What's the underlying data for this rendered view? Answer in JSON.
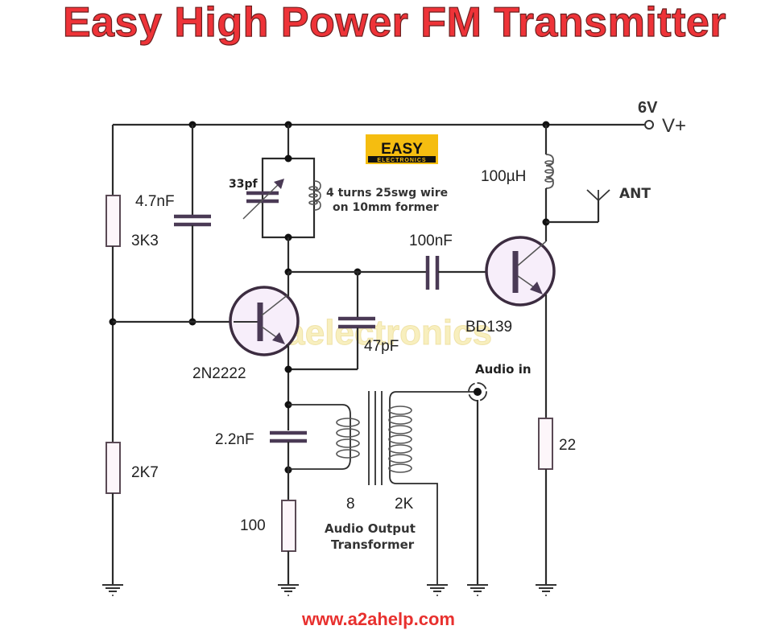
{
  "title": "Easy High Power FM Transmitter",
  "footer_url": "www.a2ahelp.com",
  "colors": {
    "title": "#ee3338",
    "footer": "#e8302e",
    "logo_bg": "#f5bd10",
    "logo_band": "#111111",
    "watermark": "#f3e3a0"
  },
  "logo": {
    "top": "EASY",
    "bottom": "ELECTRONICS"
  },
  "watermark": "A2aelectronics",
  "supply": {
    "voltage": "6V",
    "symbol": "V+"
  },
  "antenna_label": "ANT",
  "audio_in_label": "Audio in",
  "components": {
    "r_3k3": "3K3",
    "c_4n7": "4.7nF",
    "c_33pf": "33pf",
    "coil_note_line1": "4 turns 25swg wire",
    "coil_note_line2": "on 10mm former",
    "l_100uh": "100µH",
    "c_100nf": "100nF",
    "q_bd139": "BD139",
    "q_2n2222": "2N2222",
    "c_47pf": "47pF",
    "c_2n2": "2.2nF",
    "r_2k7": "2K7",
    "r_100": "100",
    "r_22": "22",
    "xfmr_primary": "8",
    "xfmr_secondary": "2K",
    "xfmr_line1": "Audio Output",
    "xfmr_line2": "Transformer"
  }
}
